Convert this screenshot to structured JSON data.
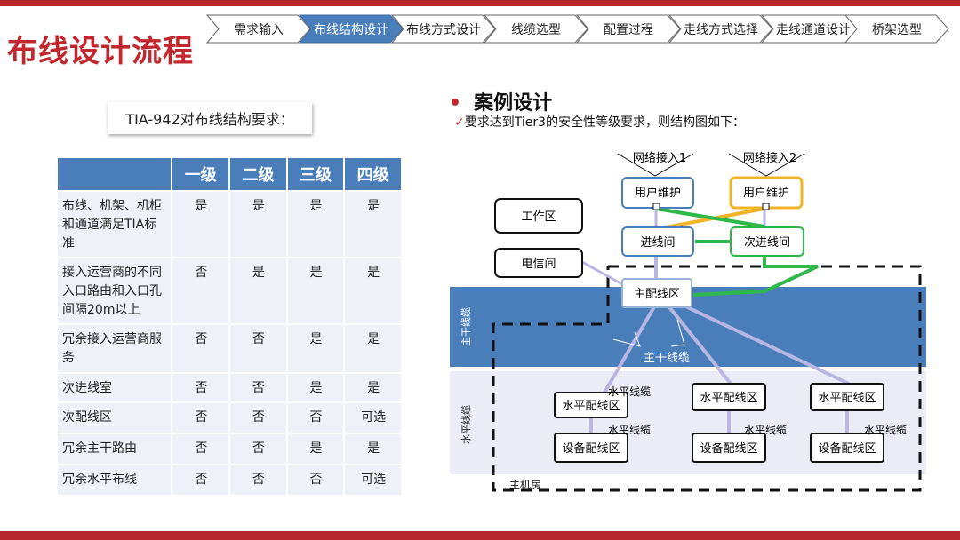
{
  "page": {
    "title": "布线设计流程",
    "steps": [
      "需求输入",
      "布线结构设计",
      "布线方式设计",
      "线缆选型",
      "配置过程",
      "走线方式选择",
      "走线通道设计",
      "桥架选型"
    ],
    "active_step": 1
  },
  "colors": {
    "brand_red": "#b5262d",
    "title_red": "#c1272d",
    "table_header": "#4a7ebb",
    "table_cell": "#eef1f8",
    "backbone_band": "#4a7ebb",
    "horizontal_band": "#ececf7",
    "yellow": "#f0b429",
    "green": "#2eb84a"
  },
  "callout": "TIA-942对布线结构要求：",
  "table": {
    "headers": [
      "",
      "一级",
      "二级",
      "三级",
      "四级"
    ],
    "rows": [
      [
        "布线、机架、机柜和通道满足TIA标准",
        "是",
        "是",
        "是",
        "是"
      ],
      [
        "接入运营商的不同入口路由和入口孔间隔20m以上",
        "否",
        "是",
        "是",
        "是"
      ],
      [
        "冗余接入运营商服务",
        "否",
        "否",
        "是",
        "是"
      ],
      [
        "次进线室",
        "否",
        "否",
        "是",
        "是"
      ],
      [
        "次配线区",
        "否",
        "否",
        "否",
        "可选"
      ],
      [
        "冗余主干路由",
        "否",
        "否",
        "是",
        "是"
      ],
      [
        "冗余水平布线",
        "否",
        "否",
        "否",
        "可选"
      ]
    ]
  },
  "case": {
    "title": "案例设计",
    "subtitle_mark": "✓",
    "subtitle": "要求达到Tier3的安全性等级要求，则结构图如下："
  },
  "diagram": {
    "network1": "网络接入1",
    "network2": "网络接入2",
    "user_maint1": "用户维护",
    "user_maint2": "用户维护",
    "work_area": "工作区",
    "telecom_room": "电信间",
    "entrance_room": "进线间",
    "sec_entrance_room": "次进线间",
    "main_dist": "主配线区",
    "backbone_band": "主干线缆",
    "backbone_cable": "主干线缆",
    "horizontal_band": "水平线缆",
    "hda1": "水平配线区",
    "hda2": "水平配线区",
    "hda3": "水平配线区",
    "eda1": "设备配线区",
    "eda2": "设备配线区",
    "eda3": "设备配线区",
    "hcable_top": "水平线缆",
    "hcable1": "水平线缆",
    "hcable2": "水平线缆",
    "hcable3": "水平线缆",
    "computer_room": "主机房"
  }
}
